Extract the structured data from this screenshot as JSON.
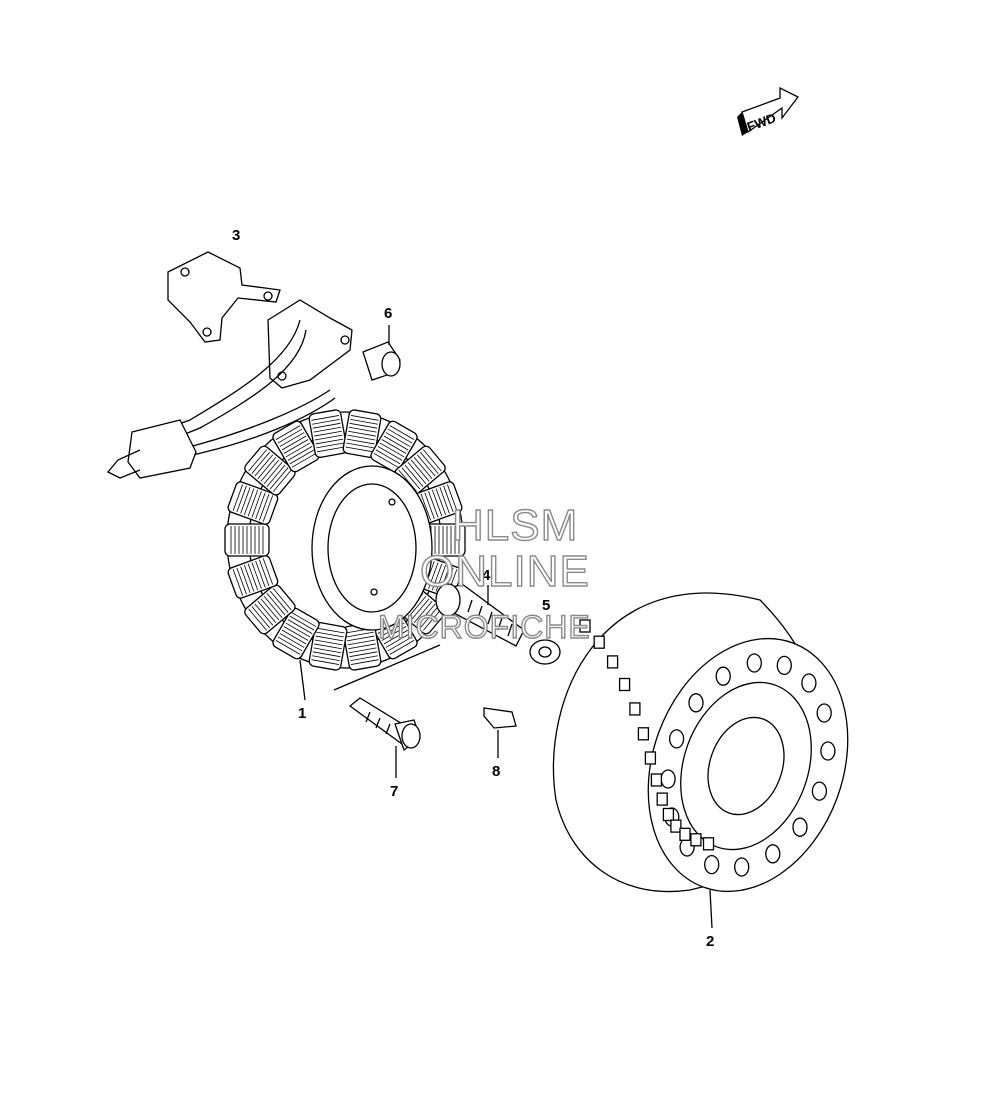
{
  "direction_badge": {
    "text": "FWD"
  },
  "callouts": [
    {
      "id": "1",
      "label": "1"
    },
    {
      "id": "2",
      "label": "2"
    },
    {
      "id": "3",
      "label": "3"
    },
    {
      "id": "4",
      "label": "4"
    },
    {
      "id": "5",
      "label": "5"
    },
    {
      "id": "6",
      "label": "6"
    },
    {
      "id": "7",
      "label": "7"
    },
    {
      "id": "8",
      "label": "8"
    }
  ],
  "watermark": {
    "line1": "HLSM",
    "line2": "ONLINE",
    "line3": "MICROFICHE"
  }
}
